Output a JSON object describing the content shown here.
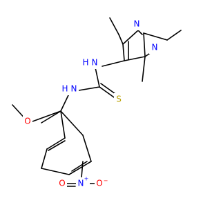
{
  "molecule": {
    "atoms": {
      "N1": {
        "text": "N",
        "color": "#0000ff"
      },
      "N2": {
        "text": "N",
        "color": "#0000ff"
      },
      "NH1": {
        "text": "N",
        "color": "#0000ff",
        "h": "H"
      },
      "NH2": {
        "text": "N",
        "color": "#0000ff",
        "h": "H"
      },
      "S": {
        "text": "S",
        "color": "#b8a000"
      },
      "O_methoxy": {
        "text": "O",
        "color": "#ff0000"
      },
      "N_nitro": {
        "text": "N",
        "color": "#0000ff",
        "charge": "+"
      },
      "O_nitro1": {
        "text": "O",
        "color": "#ff0000",
        "charge": "−"
      },
      "O_nitro2": {
        "text": "O",
        "color": "#ff0000"
      }
    },
    "bond_color": "#000000"
  }
}
